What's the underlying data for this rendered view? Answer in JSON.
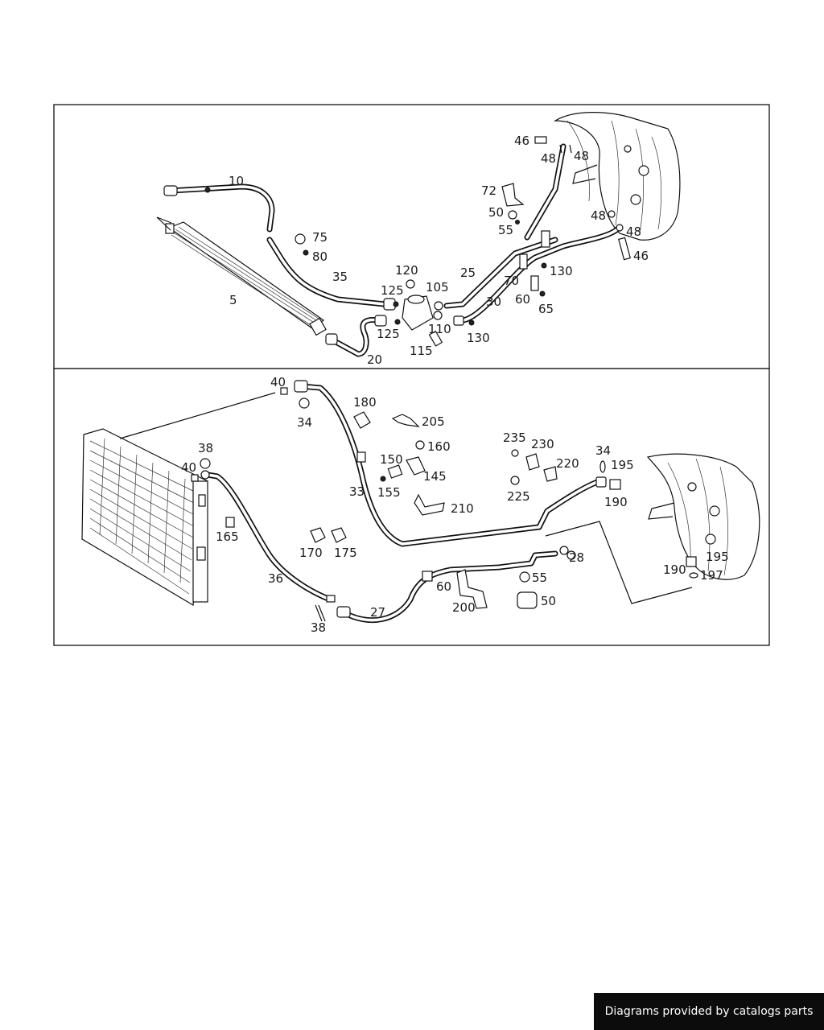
{
  "callouts": {
    "top": [
      "10",
      "5",
      "35",
      "75",
      "80",
      "20",
      "125",
      "120",
      "105",
      "125",
      "110",
      "115",
      "25",
      "30",
      "130",
      "72",
      "50",
      "55",
      "70",
      "60",
      "65",
      "130",
      "46",
      "48",
      "48",
      "48",
      "48",
      "46"
    ],
    "bottom": [
      "40",
      "34",
      "180",
      "205",
      "160",
      "150",
      "145",
      "155",
      "33",
      "210",
      "38",
      "40",
      "165",
      "170",
      "175",
      "36",
      "38",
      "27",
      "60",
      "200",
      "55",
      "50",
      "28",
      "235",
      "230",
      "220",
      "225",
      "34",
      "195",
      "190",
      "195",
      "190",
      "197"
    ]
  },
  "credit": "Diagrams provided by catalogs parts"
}
